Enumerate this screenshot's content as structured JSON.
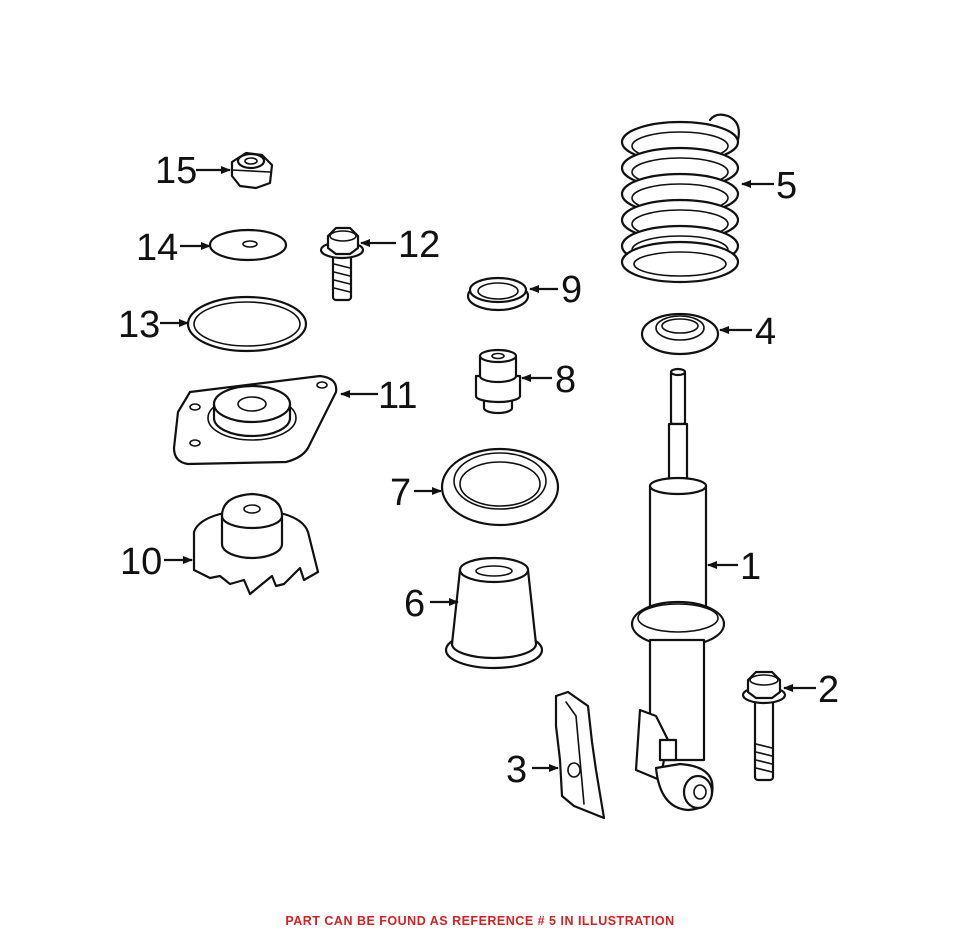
{
  "callouts": {
    "c1": "1",
    "c2": "2",
    "c3": "3",
    "c4": "4",
    "c5": "5",
    "c6": "6",
    "c7": "7",
    "c8": "8",
    "c9": "9",
    "c10": "10",
    "c11": "11",
    "c12": "12",
    "c13": "13",
    "c14": "14",
    "c15": "15"
  },
  "footer": {
    "note": "PART CAN BE FOUND AS REFERENCE # 5 IN ILLUSTRATION"
  },
  "colors": {
    "line": "#111111",
    "note": "#d81e1e",
    "background": "#ffffff"
  }
}
